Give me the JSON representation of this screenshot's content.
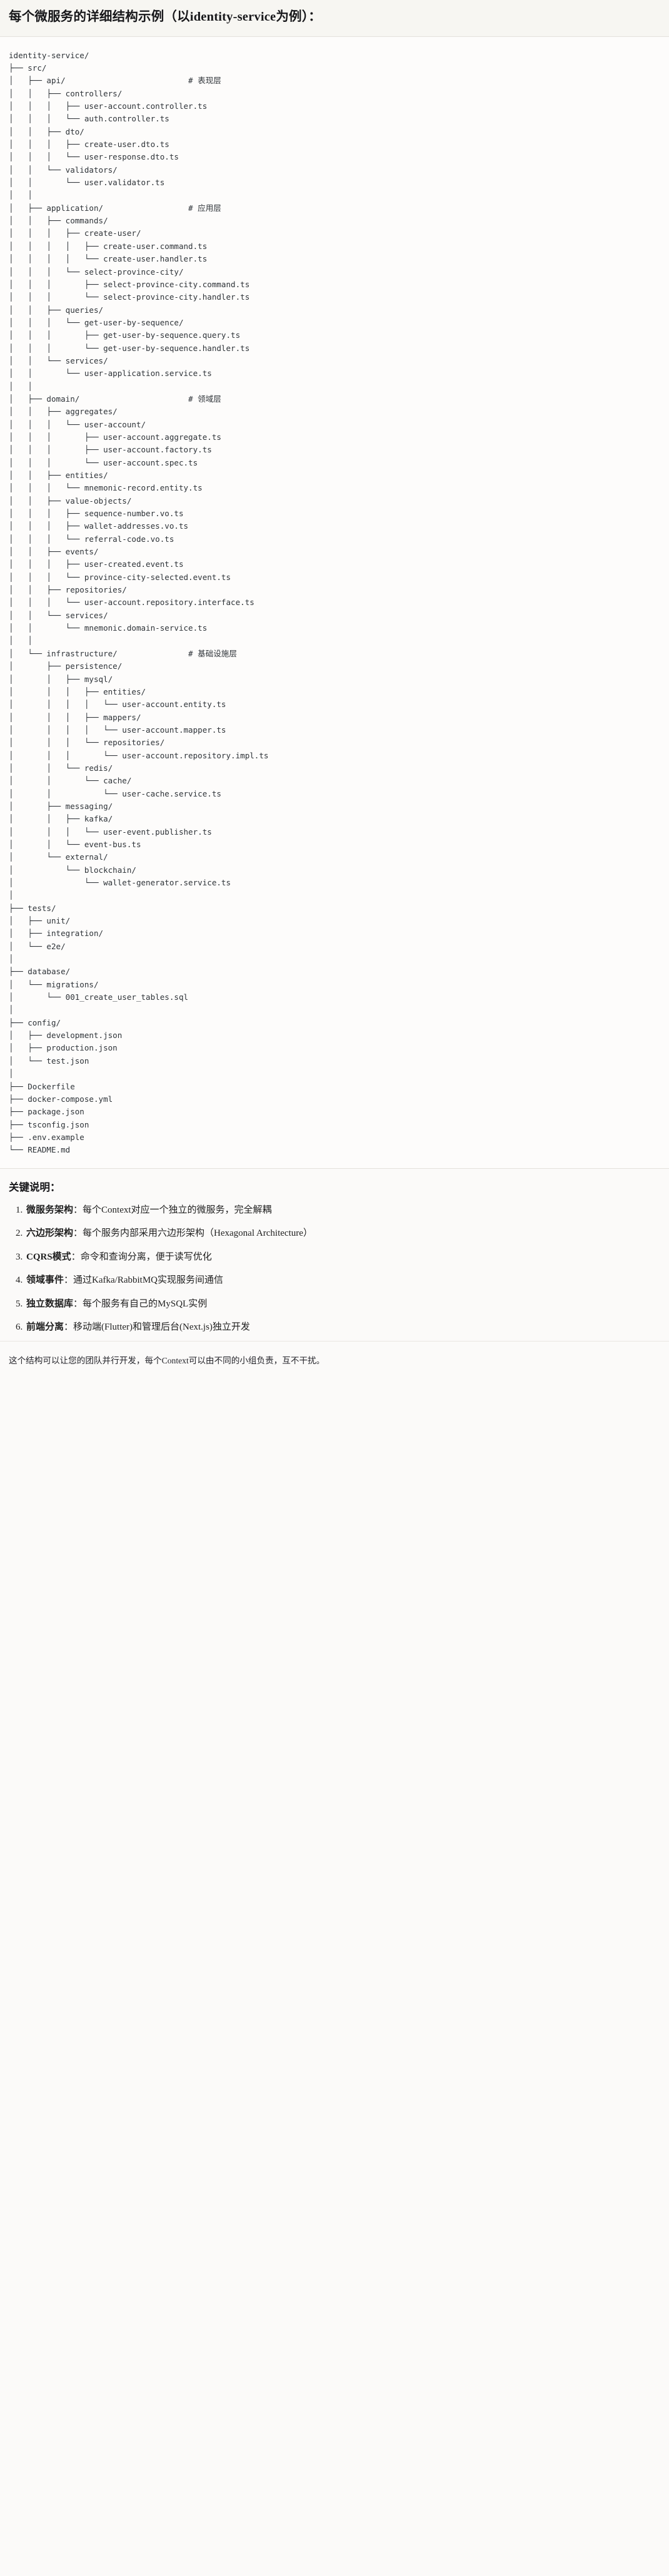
{
  "header": {
    "title": "每个微服务的详细结构示例（以identity-service为例）："
  },
  "tree": {
    "root": "identity-service/",
    "text": "identity-service/\n├── src/\n│   ├── api/                          # 表现层\n│   │   ├── controllers/\n│   │   │   ├── user-account.controller.ts\n│   │   │   └── auth.controller.ts\n│   │   ├── dto/\n│   │   │   ├── create-user.dto.ts\n│   │   │   └── user-response.dto.ts\n│   │   └── validators/\n│   │       └── user.validator.ts\n│   │\n│   ├── application/                  # 应用层\n│   │   ├── commands/\n│   │   │   ├── create-user/\n│   │   │   │   ├── create-user.command.ts\n│   │   │   │   └── create-user.handler.ts\n│   │   │   └── select-province-city/\n│   │   │       ├── select-province-city.command.ts\n│   │   │       └── select-province-city.handler.ts\n│   │   ├── queries/\n│   │   │   └── get-user-by-sequence/\n│   │   │       ├── get-user-by-sequence.query.ts\n│   │   │       └── get-user-by-sequence.handler.ts\n│   │   └── services/\n│   │       └── user-application.service.ts\n│   │\n│   ├── domain/                       # 领域层\n│   │   ├── aggregates/\n│   │   │   └── user-account/\n│   │   │       ├── user-account.aggregate.ts\n│   │   │       ├── user-account.factory.ts\n│   │   │       └── user-account.spec.ts\n│   │   ├── entities/\n│   │   │   └── mnemonic-record.entity.ts\n│   │   ├── value-objects/\n│   │   │   ├── sequence-number.vo.ts\n│   │   │   ├── wallet-addresses.vo.ts\n│   │   │   └── referral-code.vo.ts\n│   │   ├── events/\n│   │   │   ├── user-created.event.ts\n│   │   │   └── province-city-selected.event.ts\n│   │   ├── repositories/\n│   │   │   └── user-account.repository.interface.ts\n│   │   └── services/\n│   │       └── mnemonic.domain-service.ts\n│   │\n│   └── infrastructure/               # 基础设施层\n│       ├── persistence/\n│       │   ├── mysql/\n│       │   │   ├── entities/\n│       │   │   │   └── user-account.entity.ts\n│       │   │   ├── mappers/\n│       │   │   │   └── user-account.mapper.ts\n│       │   │   └── repositories/\n│       │   │       └── user-account.repository.impl.ts\n│       │   └── redis/\n│       │       └── cache/\n│       │           └── user-cache.service.ts\n│       ├── messaging/\n│       │   ├── kafka/\n│       │   │   └── user-event.publisher.ts\n│       │   └── event-bus.ts\n│       └── external/\n│           └── blockchain/\n│               └── wallet-generator.service.ts\n│\n├── tests/\n│   ├── unit/\n│   ├── integration/\n│   └── e2e/\n│\n├── database/\n│   └── migrations/\n│       └── 001_create_user_tables.sql\n│\n├── config/\n│   ├── development.json\n│   ├── production.json\n│   └── test.json\n│\n├── Dockerfile\n├── docker-compose.yml\n├── package.json\n├── tsconfig.json\n├── .env.example\n└── README.md",
    "layer_comments": [
      "# 表现层",
      "# 应用层",
      "# 领域层",
      "# 基础设施层"
    ]
  },
  "notes": {
    "heading": "关键说明：",
    "items": [
      {
        "term": "微服务架构",
        "sep": "：",
        "desc": "每个Context对应一个独立的微服务，完全解耦"
      },
      {
        "term": "六边形架构",
        "sep": "：",
        "desc": "每个服务内部采用六边形架构（Hexagonal Architecture）"
      },
      {
        "term": "CQRS模式",
        "sep": "：",
        "desc": "命令和查询分离，便于读写优化"
      },
      {
        "term": "领域事件",
        "sep": "：",
        "desc": "通过Kafka/RabbitMQ实现服务间通信"
      },
      {
        "term": "独立数据库",
        "sep": "：",
        "desc": "每个服务有自己的MySQL实例"
      },
      {
        "term": "前端分离",
        "sep": "：",
        "desc": "移动端(Flutter)和管理后台(Next.js)独立开发"
      }
    ]
  },
  "closing": {
    "text": "这个结构可以让您的团队并行开发，每个Context可以由不同的小组负责，互不干扰。"
  }
}
